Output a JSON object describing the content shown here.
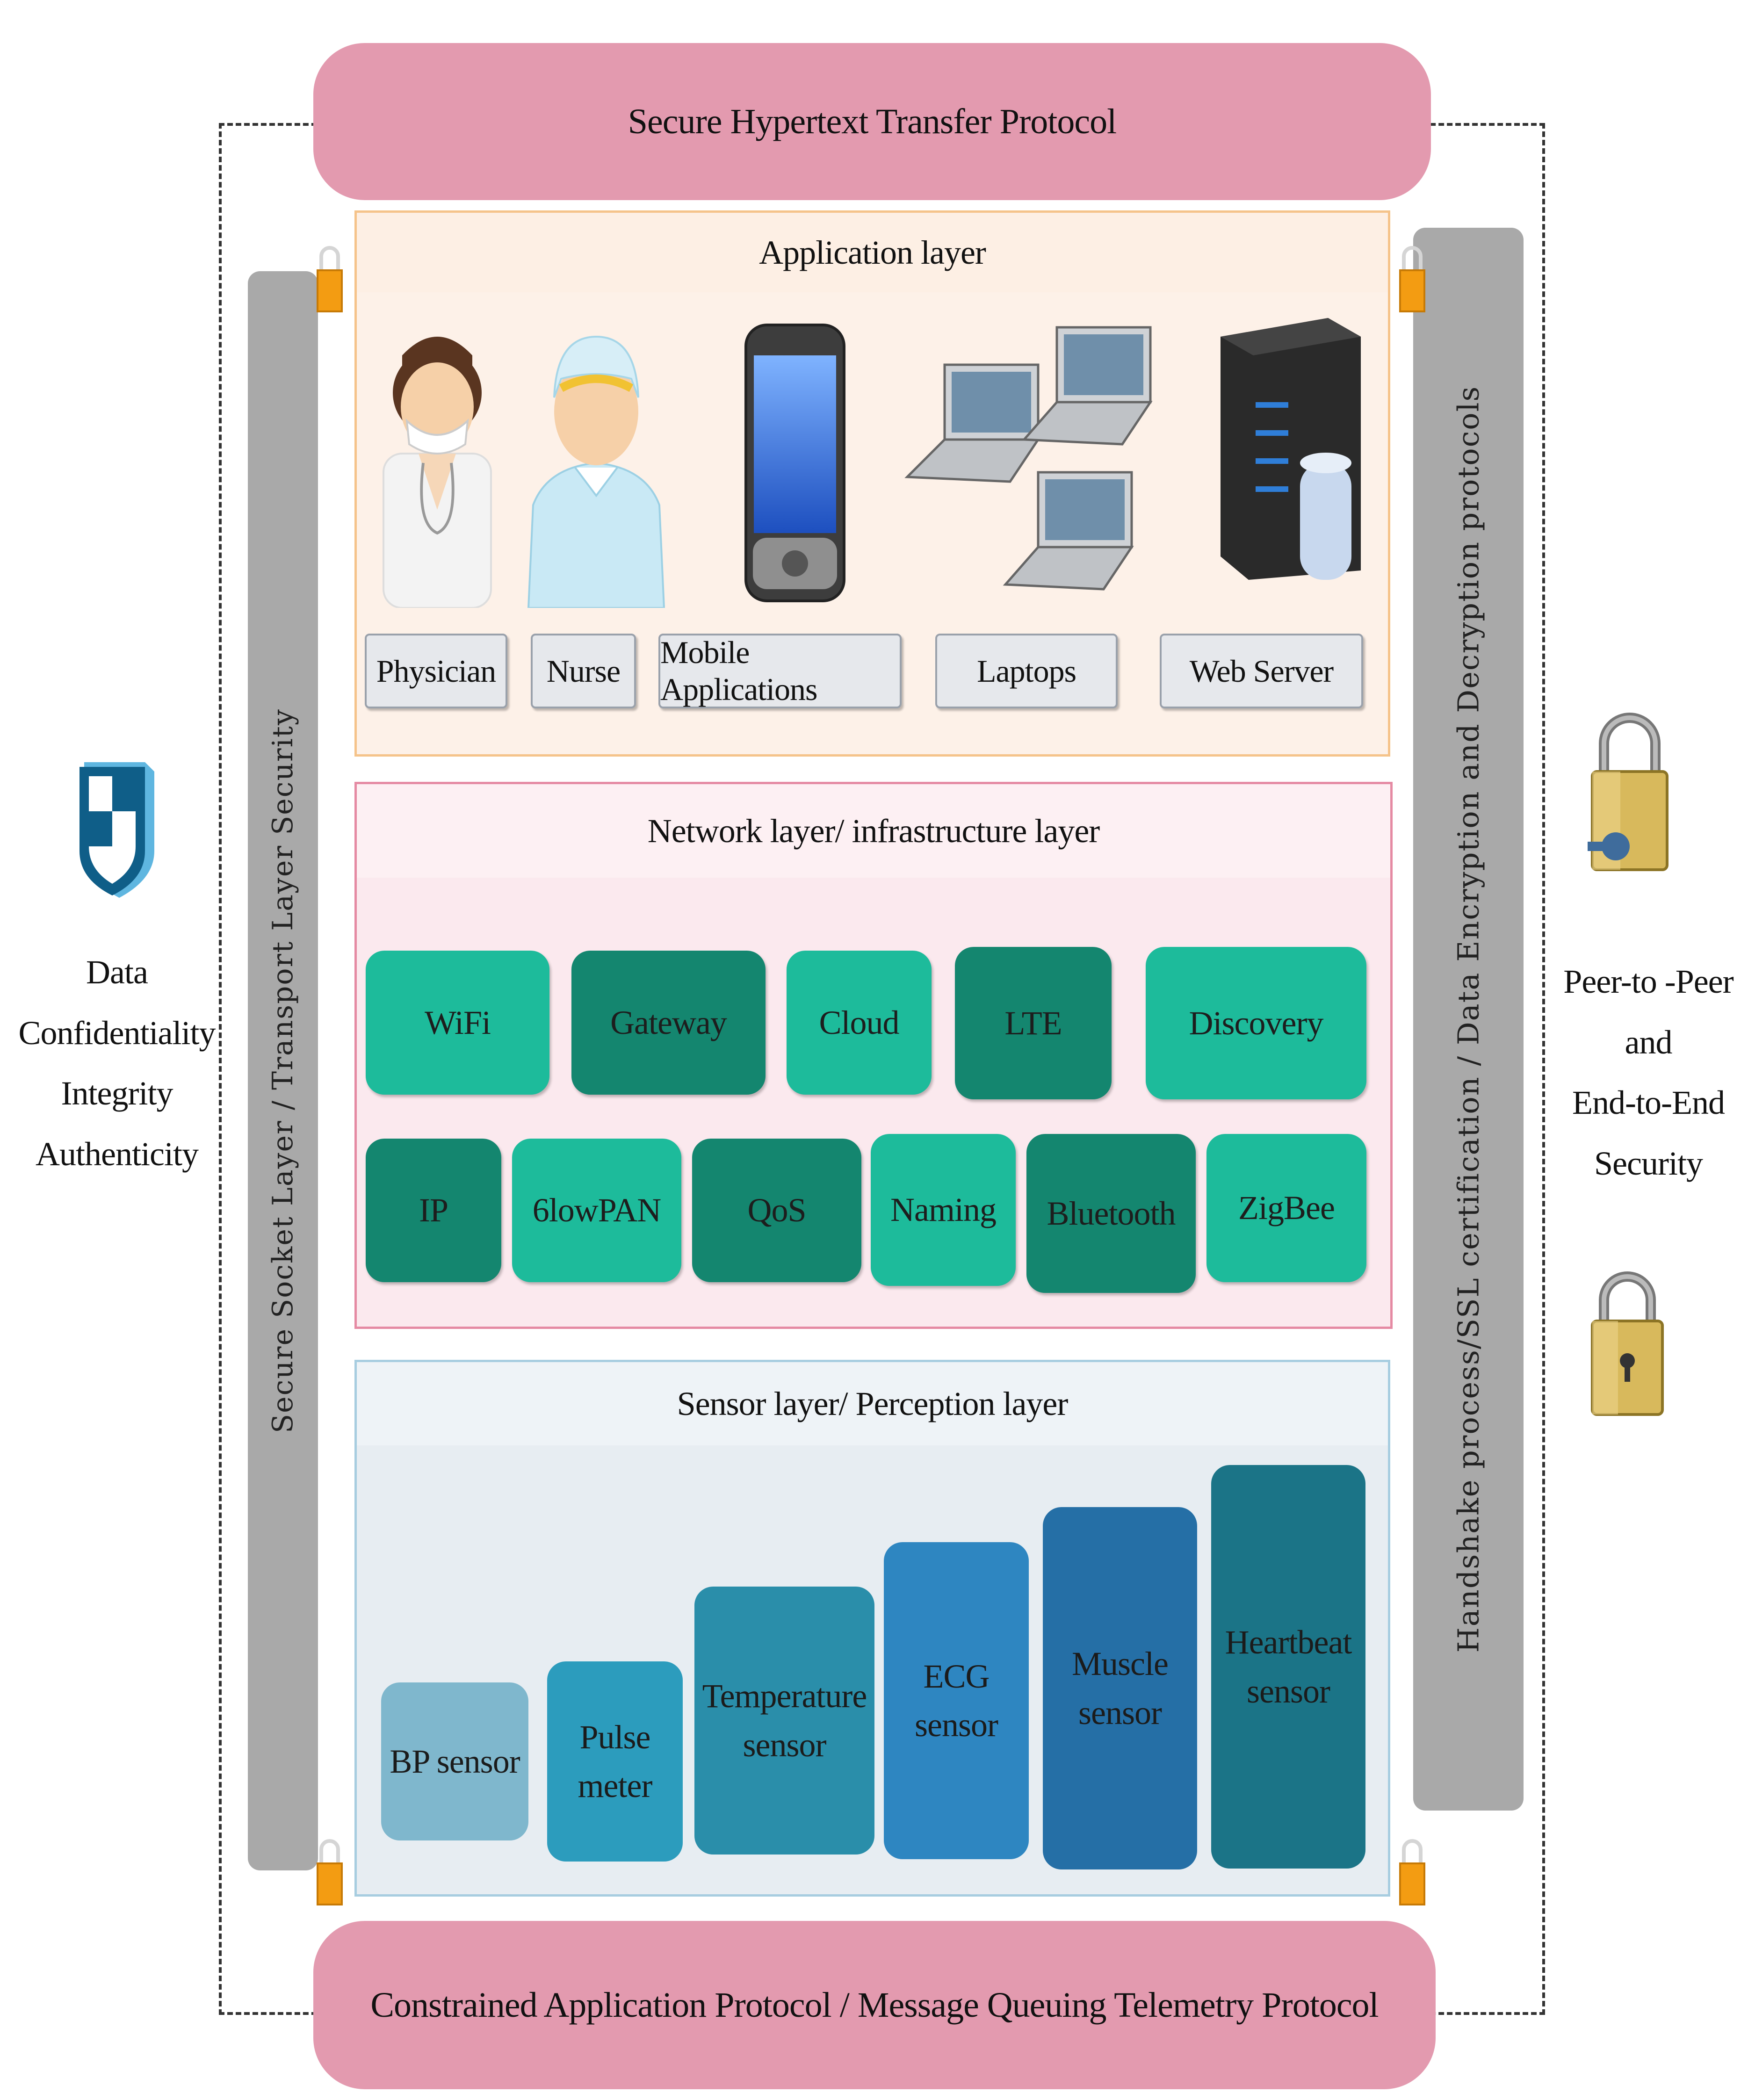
{
  "top_protocol": "Secure Hypertext Transfer Protocol",
  "bottom_protocol": "Constrained Application Protocol / Message Queuing Telemetry Protocol",
  "left_bar": "Secure Socket Layer /  Transport Layer Security",
  "right_bar": "Handshake process/SSL certification / Data Encryption  and Decryption protocols",
  "left_text": [
    "Data",
    "Confidentiality",
    "Integrity",
    "Authenticity"
  ],
  "right_text": [
    "Peer-to -Peer",
    "and",
    "End-to-End",
    "Security"
  ],
  "application_layer": {
    "title": "Application layer",
    "items": [
      "Physician",
      "Nurse",
      "Mobile Applications",
      "Laptops",
      "Web Server"
    ]
  },
  "network_layer": {
    "title": "Network layer/ infrastructure layer",
    "row1": [
      "WiFi",
      "Gateway",
      "Cloud",
      "LTE",
      "Discovery"
    ],
    "row2": [
      "IP",
      "6lowPAN",
      "QoS",
      "Naming",
      "Bluetooth",
      "ZigBee"
    ]
  },
  "sensor_layer": {
    "title": "Sensor layer/ Perception  layer",
    "items": [
      "BP sensor",
      "Pulse\nmeter",
      "Temperature\nsensor",
      "ECG\nsensor",
      "Muscle\nsensor",
      "Heartbeat\nsensor"
    ]
  },
  "colors": {
    "protocol_pill": "#e39aaf",
    "net_dark": "#14866f",
    "net_light": "#1dbb9b",
    "side_bar": "#a9a9a9"
  }
}
